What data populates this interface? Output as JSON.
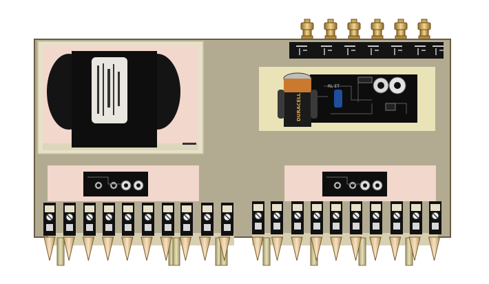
{
  "scene": {
    "title": "",
    "colors": {
      "background": "#ffffff",
      "board": "#b2ab92",
      "board_edge": "#6b5a40",
      "transformer_frame": "#e6e2c8",
      "transformer_bg": "#f2d7cc",
      "transformer_core": "#161616",
      "pcb_pad": "#eae3b8",
      "pcb": "#0d0d0d",
      "pink_pad": "#f2d7cc",
      "terminal_top": "#e8e0c8",
      "terminal_body": "#111111",
      "cone": "#f0d8b6",
      "cone_edge": "#7a5a2c",
      "connector_brass": "#c9a75a",
      "battery_copper": "#c97a2e",
      "battery_black": "#1b1b1b"
    },
    "battery": {
      "brand": "DURACELL"
    },
    "pcb_label": "RL ET",
    "left_terminal_count": 10,
    "right_terminal_count": 10,
    "connector_count": 6,
    "cone_count": 20,
    "post_count": 9
  }
}
